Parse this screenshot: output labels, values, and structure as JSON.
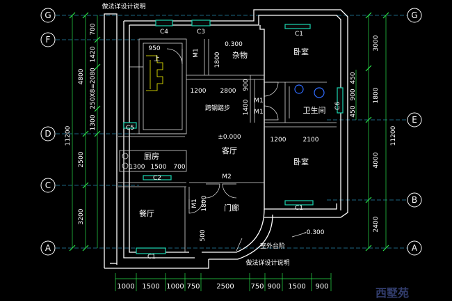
{
  "titles": {
    "top": "做法详设计说明",
    "bottom": "做法详设计说明",
    "outdoor_step": "室外台阶"
  },
  "grid_labels": [
    "G",
    "F",
    "D",
    "C",
    "A"
  ],
  "grid_labels_right": [
    "G",
    "E",
    "B",
    "A"
  ],
  "left_dims": {
    "outer": "11200",
    "mid": [
      "4800",
      "2500",
      "3200"
    ],
    "inner": [
      "700",
      "1420",
      "250X8=2080",
      "1300"
    ]
  },
  "right_dims": {
    "outer": "11200",
    "mid": [
      "3000",
      "4000",
      "2400"
    ],
    "inner": [
      "1800",
      "450",
      "900",
      "450"
    ]
  },
  "bottom_dims": [
    "1000",
    "1500",
    "1000",
    "750",
    "2500",
    "750",
    "900",
    "1500",
    "900"
  ],
  "rooms": {
    "storage": "杂物",
    "bedroom_top": "卧室",
    "bathroom": "卫生间",
    "step_label": "跨钢踏步",
    "elevation": "±0.000",
    "living": "客厅",
    "kitchen": "厨房",
    "bedroom_bottom": "卧室",
    "dining": "餐厅",
    "porch": "门廊",
    "outdoor_elev": "-0.300"
  },
  "labels": {
    "c4": "C4",
    "c3": "C3",
    "c1_top": "C1",
    "c5": "C5",
    "c6": "C6",
    "c2": "C2",
    "c1_bottom_right": "C1",
    "c1_bottom_left": "C1",
    "m1_storage": "M1",
    "m1_bath_a": "M1",
    "m1_bath_b": "M1",
    "m1_dining": "M1",
    "m2": "M2",
    "stair_up": "上",
    "d950": "950",
    "d0300": "0.300",
    "d1800a": "1800",
    "d900a": "900",
    "d1200a": "1200",
    "d2800": "2800",
    "d1400": "1400",
    "d1200b": "1200",
    "d2100": "2100",
    "k1300": "1300",
    "k1500": "1500",
    "k700": "700",
    "d1800b": "1800",
    "d500": "500",
    "c6_dims": "450 900 450"
  },
  "watermark": "西墅苑"
}
